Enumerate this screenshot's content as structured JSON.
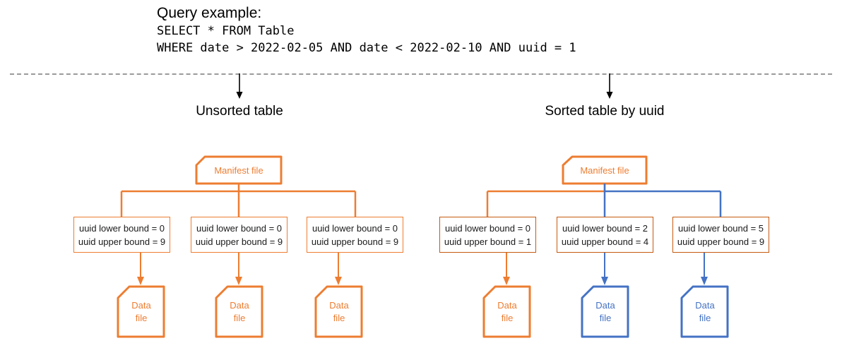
{
  "query": {
    "title": "Query example:",
    "lines": [
      "SELECT * FROM Table",
      "WHERE date > 2022-02-05 AND date < 2022-02-10 AND uuid = 1"
    ]
  },
  "colors": {
    "orange": "#ED7D31",
    "orange_dark": "#C55A11",
    "blue": "#4472C4",
    "divider": "#9A9A9A",
    "text": "#000000"
  },
  "sections": [
    {
      "id": "unsorted",
      "title": "Unsorted table",
      "arrow_label": "down-arrow",
      "manifest": {
        "label": "Manifest file",
        "color": "#ED7D31"
      },
      "branches": [
        {
          "bounds": {
            "lower_label": "uuid lower bound = 0",
            "upper_label": "uuid upper bound = 9",
            "lower": 0,
            "upper": 9,
            "border": "#ED7D31"
          },
          "datafile": {
            "line1": "Data",
            "line2": "file",
            "color": "#ED7D31"
          },
          "link_color": "#ED7D31"
        },
        {
          "bounds": {
            "lower_label": "uuid lower bound = 0",
            "upper_label": "uuid upper bound = 9",
            "lower": 0,
            "upper": 9,
            "border": "#ED7D31"
          },
          "datafile": {
            "line1": "Data",
            "line2": "file",
            "color": "#ED7D31"
          },
          "link_color": "#ED7D31"
        },
        {
          "bounds": {
            "lower_label": "uuid lower bound = 0",
            "upper_label": "uuid upper bound = 9",
            "lower": 0,
            "upper": 9,
            "border": "#ED7D31"
          },
          "datafile": {
            "line1": "Data",
            "line2": "file",
            "color": "#ED7D31"
          },
          "link_color": "#ED7D31"
        }
      ]
    },
    {
      "id": "sorted",
      "title": "Sorted table by uuid",
      "arrow_label": "down-arrow",
      "manifest": {
        "label": "Manifest file",
        "color": "#ED7D31"
      },
      "branches": [
        {
          "bounds": {
            "lower_label": "uuid lower bound = 0",
            "upper_label": "uuid upper bound = 1",
            "lower": 0,
            "upper": 1,
            "border": "#C55A11"
          },
          "datafile": {
            "line1": "Data",
            "line2": "file",
            "color": "#ED7D31"
          },
          "link_color": "#ED7D31"
        },
        {
          "bounds": {
            "lower_label": "uuid lower bound = 2",
            "upper_label": "uuid upper bound = 4",
            "lower": 2,
            "upper": 4,
            "border": "#C55A11"
          },
          "datafile": {
            "line1": "Data",
            "line2": "file",
            "color": "#4472C4"
          },
          "link_color": "#4472C4"
        },
        {
          "bounds": {
            "lower_label": "uuid lower bound = 5",
            "upper_label": "uuid upper bound = 9",
            "lower": 5,
            "upper": 9,
            "border": "#C55A11"
          },
          "datafile": {
            "line1": "Data",
            "line2": "file",
            "color": "#4472C4"
          },
          "link_color": "#4472C4"
        }
      ]
    }
  ]
}
